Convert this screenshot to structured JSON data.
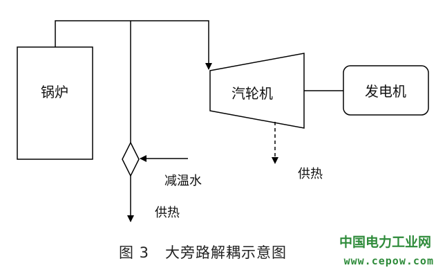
{
  "diagram": {
    "boiler_label": "锅炉",
    "turbine_label": "汽轮机",
    "generator_label": "发电机",
    "desuperheating_water_label": "减温水",
    "heat_supply_bypass_label": "供热",
    "heat_supply_extraction_label": "供热"
  },
  "caption": "图 3   大旁路解耦示意图",
  "watermark": {
    "name": "中国电力工业网",
    "url": "www.cepow.com",
    "color": "#2e8b3a"
  }
}
